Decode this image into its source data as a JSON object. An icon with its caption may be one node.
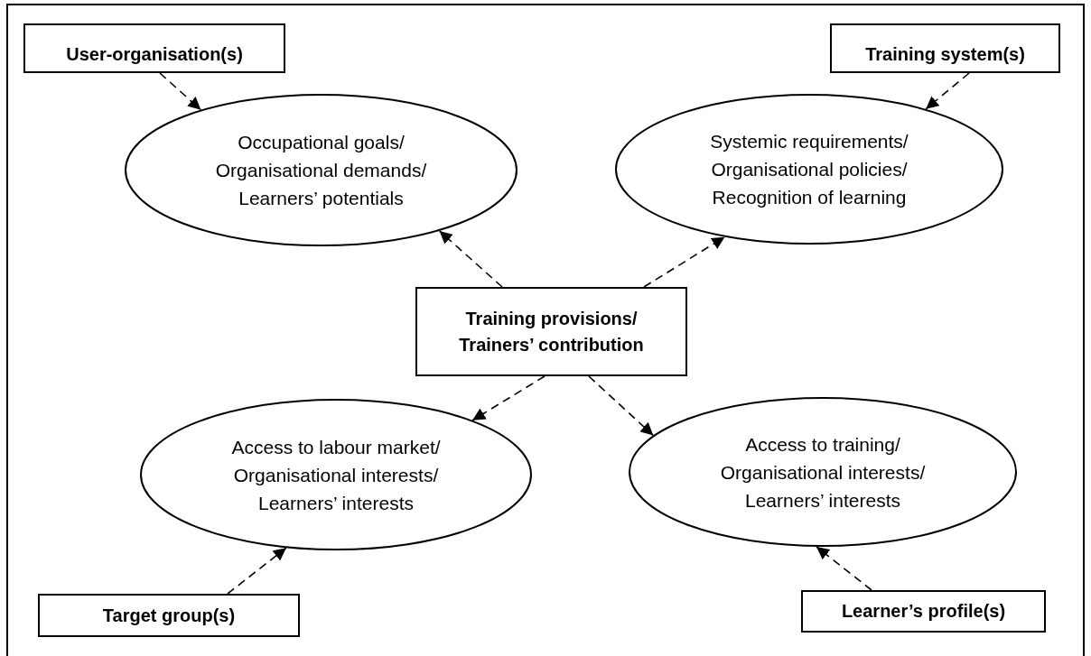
{
  "diagram": {
    "nodes": [
      {
        "text": [
          "User-organisation(s)"
        ]
      },
      {
        "text": [
          "Training system(s)"
        ]
      },
      {
        "text": [
          "Occupational goals/ Organisational demands/ Learners’ potentials"
        ]
      },
      {
        "text": [
          "Systemic requirements/ Organisational policies/ Recognition of learning"
        ]
      },
      {
        "text": [
          "Training provisions/ Trainers’ contribution"
        ]
      },
      {
        "text": [
          "Access to labour market/ Organisational interests/ Learners’ interests"
        ]
      },
      {
        "text": [
          "Access to training/ Organisational interests/ Learners’ interests"
        ]
      },
      {
        "text": [
          "Target group(s)"
        ]
      },
      {
        "text": [
          "Learner’s profile(s)"
        ]
      }
    ],
    "edges": [
      {
        "from": 0,
        "to": 2,
        "arrow": "to",
        "style": "dashed"
      },
      {
        "from": 1,
        "to": 3,
        "arrow": "to",
        "style": "dashed"
      },
      {
        "from": 4,
        "to": 2,
        "arrow": "to",
        "style": "dashed"
      },
      {
        "from": 4,
        "to": 3,
        "arrow": "to",
        "style": "dashed"
      },
      {
        "from": 4,
        "to": 5,
        "arrow": "to",
        "style": "dashed"
      },
      {
        "from": 4,
        "to": 6,
        "arrow": "to",
        "style": "dashed"
      },
      {
        "from": 7,
        "to": 5,
        "arrow": "to",
        "style": "dashed"
      },
      {
        "from": 8,
        "to": 6,
        "arrow": "to",
        "style": "dashed"
      }
    ]
  }
}
